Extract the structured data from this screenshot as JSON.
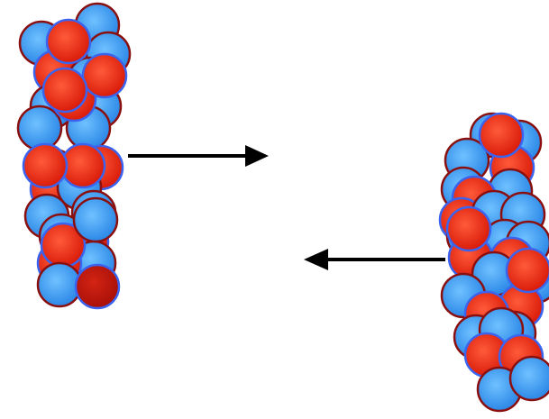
{
  "colors": {
    "background": "#ffffff",
    "proton_fill_light": "#ff5a3a",
    "proton_fill_dark": "#d81a08",
    "proton_stroke": "#3a63f0",
    "neutron_fill_light": "#6fc1ff",
    "neutron_fill_dark": "#2a86e6",
    "neutron_stroke": "#8a1010",
    "arrow": "#000000"
  },
  "nuclei": [
    {
      "name": "left-nucleus",
      "shape": "elongated cluster of red and blue spheres"
    },
    {
      "name": "right-nucleus",
      "shape": "elongated cluster of red and blue spheres"
    }
  ],
  "arrows": [
    {
      "name": "arrow-right",
      "direction": "right"
    },
    {
      "name": "arrow-left",
      "direction": "left"
    }
  ]
}
